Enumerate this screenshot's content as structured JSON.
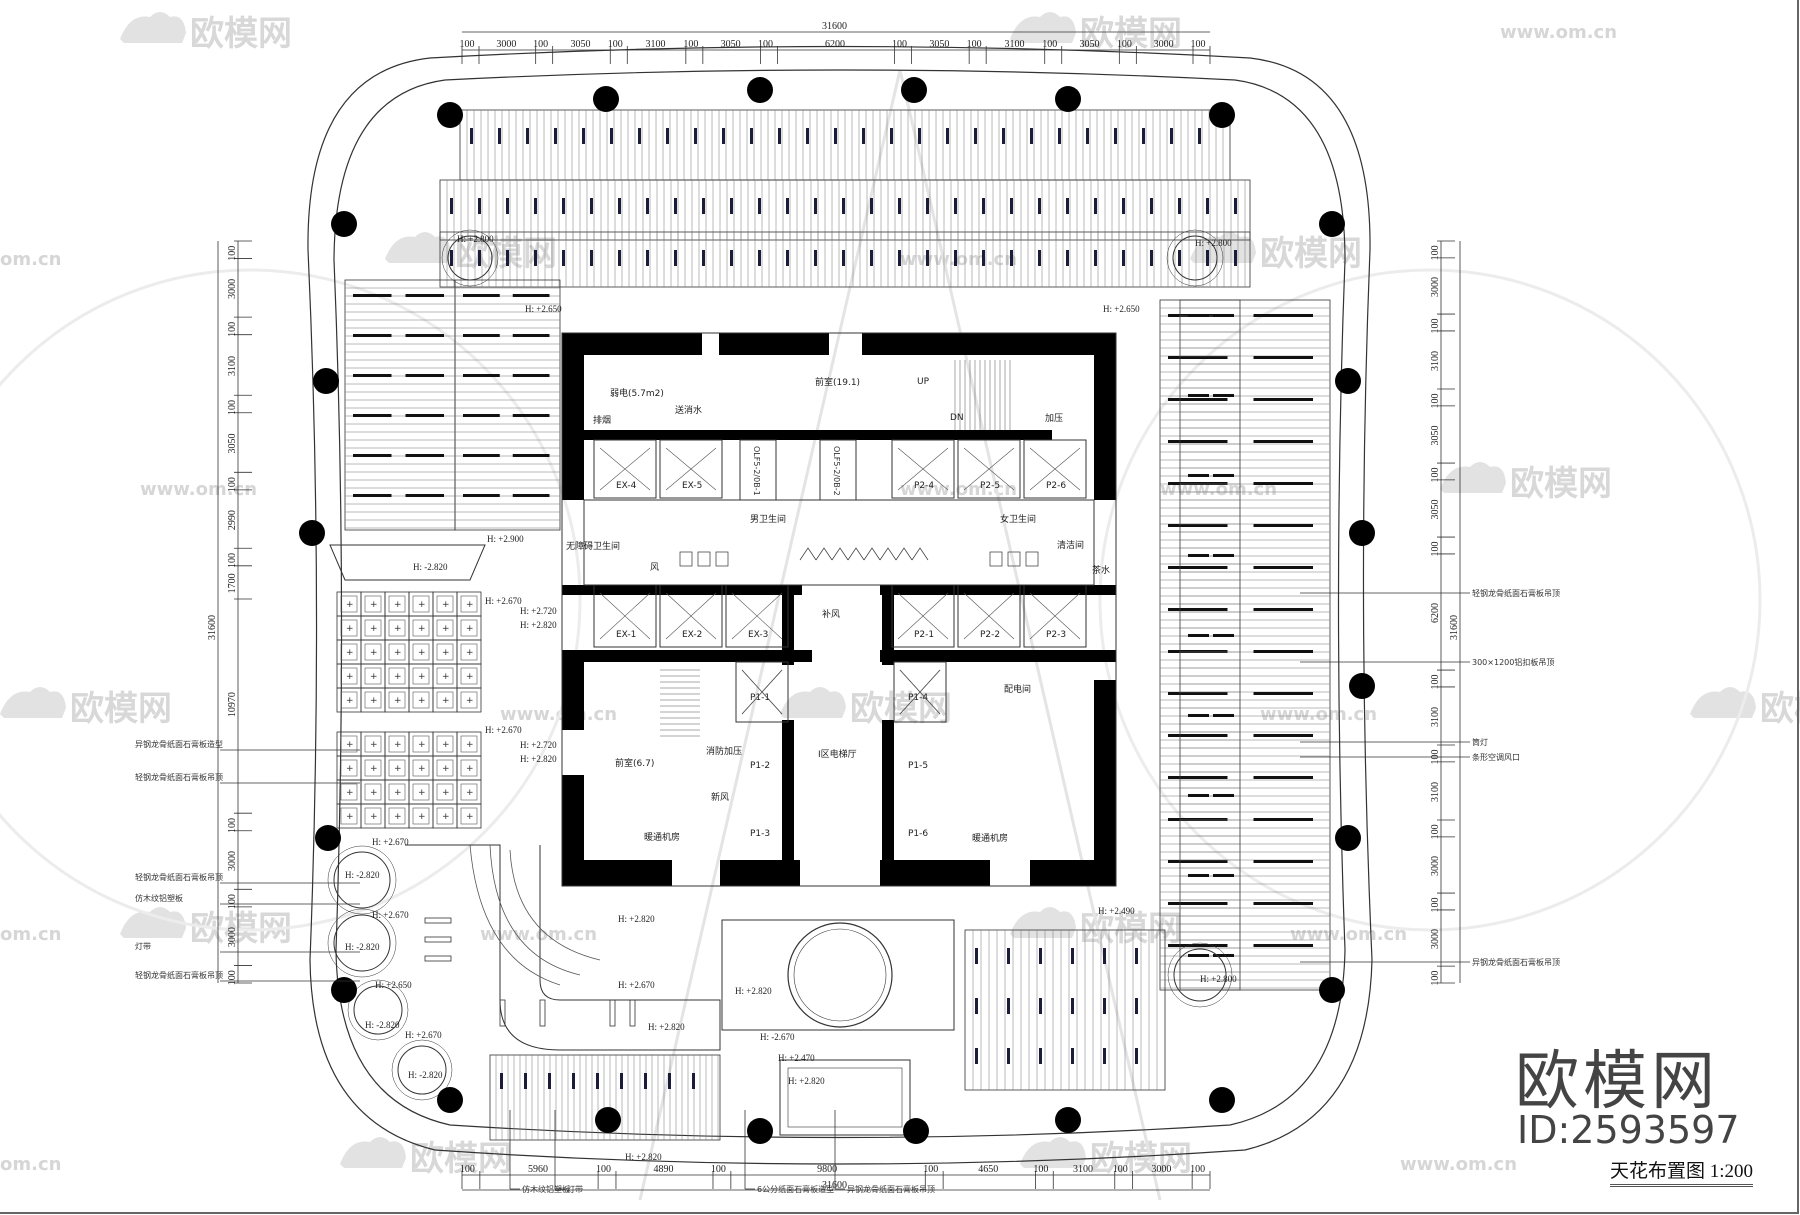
{
  "title": {
    "drawing_name": "天花布置图",
    "scale": "1:200"
  },
  "watermark": {
    "brand": "欧模网",
    "id": "ID:2593597",
    "url": "www.om.cn",
    "url_short": "om.cn"
  },
  "dimensions": {
    "total": "31600",
    "top": [
      "100",
      "3000",
      "100",
      "3050",
      "100",
      "3100",
      "100",
      "3050",
      "100",
      "6200",
      "100",
      "3050",
      "100",
      "3100",
      "100",
      "3050",
      "100",
      "3000",
      "100"
    ],
    "bottom": [
      "100",
      "5960",
      "100",
      "4890",
      "100",
      "9800",
      "100",
      "4650",
      "100",
      "3100",
      "100",
      "3000",
      "100"
    ],
    "left": [
      "100",
      "3000",
      "100",
      "3100",
      "100",
      "3050",
      "100",
      "2990",
      "100",
      "1700",
      "10970",
      "100",
      "3000",
      "100",
      "3000",
      "100"
    ],
    "right": [
      "100",
      "3000",
      "100",
      "3100",
      "100",
      "3050",
      "100",
      "3050",
      "100",
      "6200",
      "100",
      "3100",
      "100",
      "3100",
      "100",
      "3000",
      "100",
      "3000",
      "100"
    ]
  },
  "rooms": {
    "front_room_main": "前室(19.1)",
    "weak_current": "弱电(5.7m2)",
    "fire_water": "送消水",
    "smoke_exhaust": "排烟",
    "pressurize": "加压",
    "up": "UP",
    "dn": "DN",
    "men_wc": "男卫生间",
    "women_wc": "女卫生间",
    "accessible_wc": "无障碍卫生间",
    "cleaning": "清洁间",
    "tea": "茶水",
    "fan": "风",
    "supply_air": "补风",
    "elevator_hall": "I区电梯厅",
    "power_room": "配电间",
    "front_room_small": "前室(6.7)",
    "hvac_left": "暖通机房",
    "hvac_right": "暖通机房",
    "fresh_air": "新风",
    "fire_pressure": "消防加压"
  },
  "elevators": {
    "top_left": [
      "EX-4",
      "EX-5"
    ],
    "freight": [
      "OLF5-2/0B-1",
      "OLF5-2/0B-2"
    ],
    "top_right": [
      "P2-4",
      "P2-5",
      "P2-6"
    ],
    "mid_left": [
      "EX-1",
      "EX-2",
      "EX-3"
    ],
    "mid_right": [
      "P2-1",
      "P2-2",
      "P2-3"
    ],
    "low_left": [
      "P1-1",
      "P1-2",
      "P1-3"
    ],
    "low_right": [
      "P1-4",
      "P1-5",
      "P1-6"
    ]
  },
  "elevations": {
    "tl": "H: +2.650",
    "tl_col": "H: +2.800",
    "tr": "H: +2.650",
    "tr_col": "H: +2.800",
    "l1": "H: +2.900",
    "l2": "H: -2.820",
    "l3": "H: +2.670",
    "l4": "H: +2.720",
    "l5": "H: +2.820",
    "l6": "H: +2.670",
    "l7": "H: +2.720",
    "l8": "H: +2.820",
    "c1": "H: +2.670",
    "c1b": "H: -2.820",
    "c2": "H: +2.670",
    "c2b": "H: -2.820",
    "c3": "H: +2.650",
    "c3b": "H: -2.820",
    "c4": "H: +2.670",
    "c4b": "H: -2.820",
    "b1": "H: +2.820",
    "b2": "H: +2.670",
    "b3": "H: +2.820",
    "b4": "H: +2.820",
    "b5": "H: -2.670",
    "b6": "H: +2.470",
    "b7": "H: +2.820",
    "b8": "H: +2.820",
    "br": "H: +2.490",
    "br_col": "H: +2.800"
  },
  "annotations": {
    "left": [
      "异钢龙骨纸面石膏板造型",
      "轻钢龙骨纸面石膏板吊顶",
      "轻钢龙骨纸面石膏板吊顶",
      "仿木纹铝塑板",
      "灯带",
      "轻钢龙骨纸面石膏板吊顶"
    ],
    "right": [
      "轻钢龙骨纸面石膏板吊顶",
      "300×1200铝扣板吊顶",
      "筒灯",
      "条形空调风口",
      "异钢龙骨纸面石膏板吊顶"
    ],
    "bottom": [
      "仿木纹铝塑板",
      "灯带",
      "6公分纸面石膏板造型",
      "异钢龙骨纸面石膏板吊顶"
    ]
  }
}
